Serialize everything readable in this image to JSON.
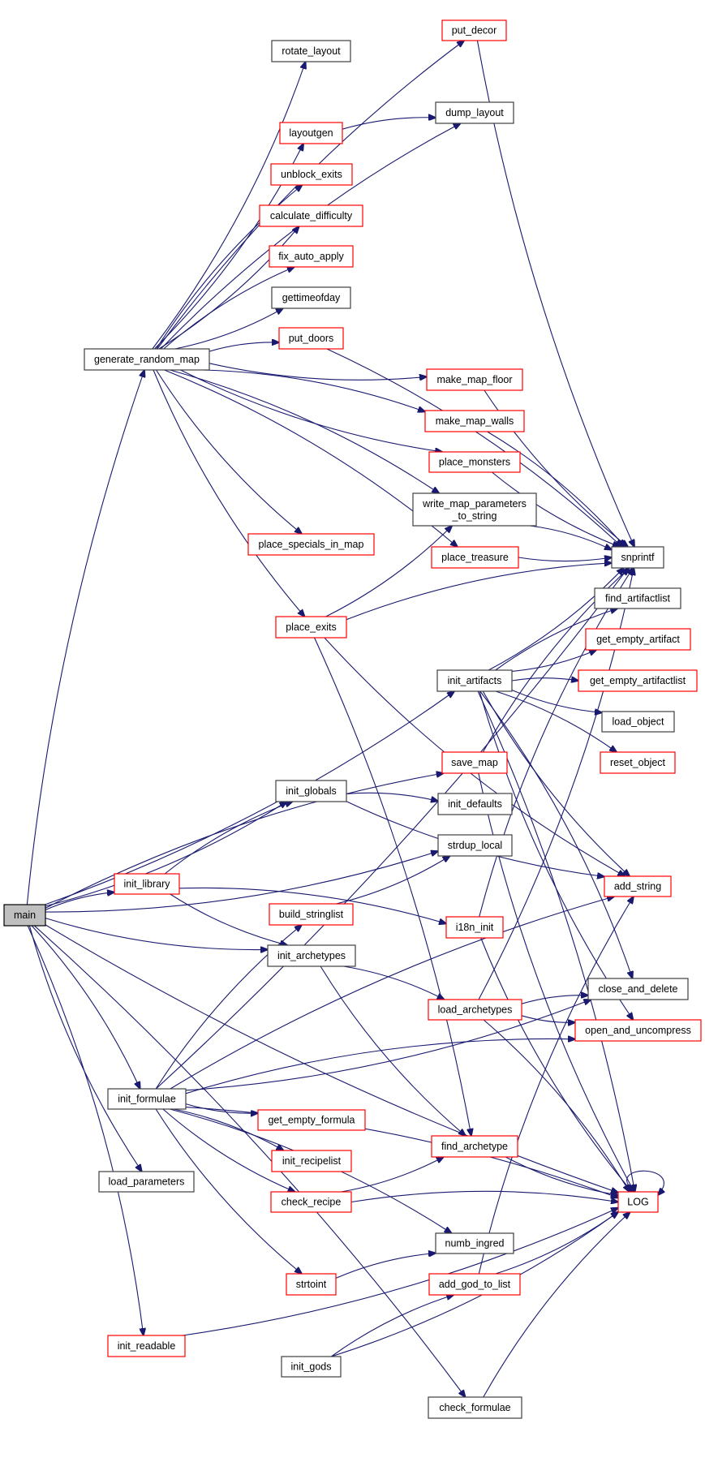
{
  "title": "Call graph for main",
  "colors": {
    "edge": "#191970",
    "documented_border": "#404040",
    "undocumented_border": "#ff0000",
    "root_fill": "#bfbfbf"
  },
  "nodes": {
    "main": {
      "label": "main",
      "kind": "root"
    },
    "generate_random_map": {
      "label": "generate_random_map",
      "kind": "black"
    },
    "put_decor": {
      "label": "put_decor",
      "kind": "red"
    },
    "rotate_layout": {
      "label": "rotate_layout",
      "kind": "black"
    },
    "dump_layout": {
      "label": "dump_layout",
      "kind": "black"
    },
    "layoutgen": {
      "label": "layoutgen",
      "kind": "red"
    },
    "unblock_exits": {
      "label": "unblock_exits",
      "kind": "red"
    },
    "calculate_difficulty": {
      "label": "calculate_difficulty",
      "kind": "red"
    },
    "fix_auto_apply": {
      "label": "fix_auto_apply",
      "kind": "red"
    },
    "gettimeofday": {
      "label": "gettimeofday",
      "kind": "black"
    },
    "put_doors": {
      "label": "put_doors",
      "kind": "red"
    },
    "make_map_floor": {
      "label": "make_map_floor",
      "kind": "red"
    },
    "make_map_walls": {
      "label": "make_map_walls",
      "kind": "red"
    },
    "place_monsters": {
      "label": "place_monsters",
      "kind": "red"
    },
    "write_map_parameters_to_string": {
      "label": "write_map_parameters",
      "label2": "_to_string",
      "kind": "black"
    },
    "place_specials_in_map": {
      "label": "place_specials_in_map",
      "kind": "red"
    },
    "place_treasure": {
      "label": "place_treasure",
      "kind": "red"
    },
    "snprintf": {
      "label": "snprintf",
      "kind": "black"
    },
    "place_exits": {
      "label": "place_exits",
      "kind": "red"
    },
    "find_artifactlist": {
      "label": "find_artifactlist",
      "kind": "black"
    },
    "get_empty_artifact": {
      "label": "get_empty_artifact",
      "kind": "red"
    },
    "init_artifacts": {
      "label": "init_artifacts",
      "kind": "black"
    },
    "get_empty_artifactlist": {
      "label": "get_empty_artifactlist",
      "kind": "red"
    },
    "load_object": {
      "label": "load_object",
      "kind": "black"
    },
    "save_map": {
      "label": "save_map",
      "kind": "red"
    },
    "reset_object": {
      "label": "reset_object",
      "kind": "red"
    },
    "init_globals": {
      "label": "init_globals",
      "kind": "black"
    },
    "init_defaults": {
      "label": "init_defaults",
      "kind": "black"
    },
    "strdup_local": {
      "label": "strdup_local",
      "kind": "black"
    },
    "add_string": {
      "label": "add_string",
      "kind": "red"
    },
    "init_library": {
      "label": "init_library",
      "kind": "red"
    },
    "build_stringlist": {
      "label": "build_stringlist",
      "kind": "red"
    },
    "i18n_init": {
      "label": "i18n_init",
      "kind": "red"
    },
    "init_archetypes": {
      "label": "init_archetypes",
      "kind": "black"
    },
    "close_and_delete": {
      "label": "close_and_delete",
      "kind": "black"
    },
    "load_archetypes": {
      "label": "load_archetypes",
      "kind": "red"
    },
    "open_and_uncompress": {
      "label": "open_and_uncompress",
      "kind": "red"
    },
    "init_formulae": {
      "label": "init_formulae",
      "kind": "black"
    },
    "get_empty_formula": {
      "label": "get_empty_formula",
      "kind": "red"
    },
    "find_archetype": {
      "label": "find_archetype",
      "kind": "red"
    },
    "init_recipelist": {
      "label": "init_recipelist",
      "kind": "red"
    },
    "load_parameters": {
      "label": "load_parameters",
      "kind": "black"
    },
    "check_recipe": {
      "label": "check_recipe",
      "kind": "red"
    },
    "LOG": {
      "label": "LOG",
      "kind": "red"
    },
    "numb_ingred": {
      "label": "numb_ingred",
      "kind": "black"
    },
    "strtoint": {
      "label": "strtoint",
      "kind": "red"
    },
    "add_god_to_list": {
      "label": "add_god_to_list",
      "kind": "red"
    },
    "init_readable": {
      "label": "init_readable",
      "kind": "red"
    },
    "init_gods": {
      "label": "init_gods",
      "kind": "black"
    },
    "check_formulae": {
      "label": "check_formulae",
      "kind": "black"
    }
  },
  "edges": [
    [
      "main",
      "generate_random_map"
    ],
    [
      "main",
      "init_artifacts"
    ],
    [
      "main",
      "save_map"
    ],
    [
      "main",
      "init_globals"
    ],
    [
      "main",
      "init_library"
    ],
    [
      "main",
      "init_archetypes"
    ],
    [
      "main",
      "init_formulae"
    ],
    [
      "main",
      "load_parameters"
    ],
    [
      "main",
      "init_readable"
    ],
    [
      "main",
      "LOG"
    ],
    [
      "main",
      "check_formulae"
    ],
    [
      "main",
      "strdup_local"
    ],
    [
      "generate_random_map",
      "put_decor"
    ],
    [
      "generate_random_map",
      "rotate_layout"
    ],
    [
      "generate_random_map",
      "dump_layout"
    ],
    [
      "generate_random_map",
      "layoutgen"
    ],
    [
      "generate_random_map",
      "unblock_exits"
    ],
    [
      "generate_random_map",
      "calculate_difficulty"
    ],
    [
      "generate_random_map",
      "fix_auto_apply"
    ],
    [
      "generate_random_map",
      "gettimeofday"
    ],
    [
      "generate_random_map",
      "put_doors"
    ],
    [
      "generate_random_map",
      "make_map_floor"
    ],
    [
      "generate_random_map",
      "make_map_walls"
    ],
    [
      "generate_random_map",
      "place_monsters"
    ],
    [
      "generate_random_map",
      "write_map_parameters_to_string"
    ],
    [
      "generate_random_map",
      "place_specials_in_map"
    ],
    [
      "generate_random_map",
      "place_treasure"
    ],
    [
      "generate_random_map",
      "place_exits"
    ],
    [
      "layoutgen",
      "dump_layout"
    ],
    [
      "put_decor",
      "snprintf"
    ],
    [
      "put_doors",
      "snprintf"
    ],
    [
      "make_map_floor",
      "snprintf"
    ],
    [
      "make_map_walls",
      "snprintf"
    ],
    [
      "place_monsters",
      "snprintf"
    ],
    [
      "write_map_parameters_to_string",
      "snprintf"
    ],
    [
      "place_treasure",
      "snprintf"
    ],
    [
      "place_exits",
      "snprintf"
    ],
    [
      "place_exits",
      "write_map_parameters_to_string"
    ],
    [
      "place_exits",
      "find_archetype"
    ],
    [
      "place_exits",
      "add_string"
    ],
    [
      "init_artifacts",
      "find_artifactlist"
    ],
    [
      "init_artifacts",
      "get_empty_artifact"
    ],
    [
      "init_artifacts",
      "get_empty_artifactlist"
    ],
    [
      "init_artifacts",
      "load_object"
    ],
    [
      "init_artifacts",
      "reset_object"
    ],
    [
      "init_artifacts",
      "add_string"
    ],
    [
      "init_artifacts",
      "close_and_delete"
    ],
    [
      "init_artifacts",
      "open_and_uncompress"
    ],
    [
      "init_artifacts",
      "LOG"
    ],
    [
      "init_artifacts",
      "snprintf"
    ],
    [
      "save_map",
      "snprintf"
    ],
    [
      "save_map",
      "LOG"
    ],
    [
      "init_globals",
      "init_defaults"
    ],
    [
      "init_globals",
      "add_string"
    ],
    [
      "init_library",
      "init_globals"
    ],
    [
      "init_library",
      "init_archetypes"
    ],
    [
      "init_library",
      "i18n_init"
    ],
    [
      "build_stringlist",
      "strdup_local"
    ],
    [
      "i18n_init",
      "snprintf"
    ],
    [
      "i18n_init",
      "LOG"
    ],
    [
      "init_archetypes",
      "load_archetypes"
    ],
    [
      "init_archetypes",
      "find_archetype"
    ],
    [
      "load_archetypes",
      "close_and_delete"
    ],
    [
      "load_archetypes",
      "open_and_uncompress"
    ],
    [
      "load_archetypes",
      "LOG"
    ],
    [
      "load_archetypes",
      "snprintf"
    ],
    [
      "init_formulae",
      "build_stringlist"
    ],
    [
      "init_formulae",
      "snprintf"
    ],
    [
      "init_formulae",
      "add_string"
    ],
    [
      "init_formulae",
      "close_and_delete"
    ],
    [
      "init_formulae",
      "open_and_uncompress"
    ],
    [
      "init_formulae",
      "get_empty_formula"
    ],
    [
      "init_formulae",
      "init_recipelist"
    ],
    [
      "init_formulae",
      "check_recipe"
    ],
    [
      "init_formulae",
      "numb_ingred"
    ],
    [
      "init_formulae",
      "strtoint"
    ],
    [
      "init_formulae",
      "LOG"
    ],
    [
      "check_recipe",
      "find_archetype"
    ],
    [
      "check_recipe",
      "LOG"
    ],
    [
      "find_archetype",
      "LOG"
    ],
    [
      "strtoint",
      "numb_ingred"
    ],
    [
      "add_god_to_list",
      "LOG"
    ],
    [
      "add_god_to_list",
      "add_string"
    ],
    [
      "init_readable",
      "LOG"
    ],
    [
      "init_gods",
      "add_god_to_list"
    ],
    [
      "init_gods",
      "LOG"
    ],
    [
      "check_formulae",
      "LOG"
    ],
    [
      "LOG",
      "LOG"
    ]
  ]
}
